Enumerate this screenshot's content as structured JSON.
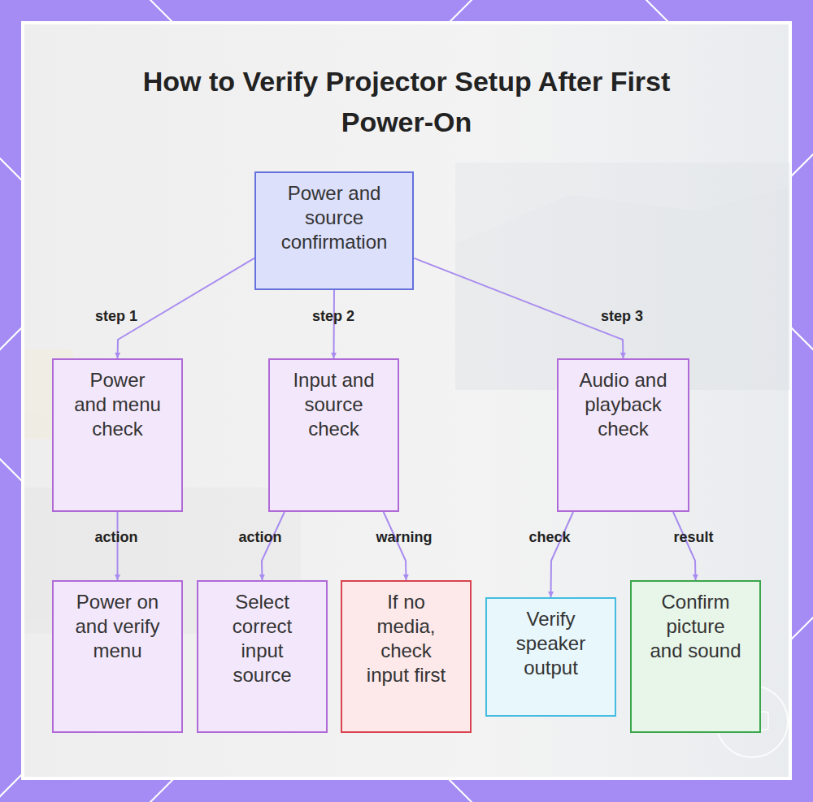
{
  "diagram": {
    "title": "How to Verify Projector Setup After First Power-On",
    "nodes": [
      {
        "text": [
          "Power and source confirmation"
        ]
      },
      {
        "text": [
          "Power and menu check"
        ]
      },
      {
        "text": [
          "Input and source check"
        ]
      },
      {
        "text": [
          "Audio and playback check"
        ]
      },
      {
        "text": [
          "Power on and verify menu"
        ]
      },
      {
        "text": [
          "Select correct input source"
        ]
      },
      {
        "text": [
          "If no media, check input first"
        ]
      },
      {
        "text": [
          "Verify speaker output"
        ]
      },
      {
        "text": [
          "Confirm picture and sound"
        ]
      }
    ],
    "edges": [
      {
        "from": 0,
        "to": 1,
        "arrow": "to",
        "label": "step 1"
      },
      {
        "from": 0,
        "to": 2,
        "arrow": "to",
        "label": "step 2"
      },
      {
        "from": 0,
        "to": 3,
        "arrow": "to",
        "label": "step 3"
      },
      {
        "from": 1,
        "to": 4,
        "arrow": "to",
        "label": "action"
      },
      {
        "from": 2,
        "to": 5,
        "arrow": "to",
        "label": "action"
      },
      {
        "from": 2,
        "to": 6,
        "arrow": "to",
        "label": "warning"
      },
      {
        "from": 3,
        "to": 7,
        "arrow": "to",
        "label": "check"
      },
      {
        "from": 3,
        "to": 8,
        "arrow": "to",
        "label": "result"
      }
    ]
  }
}
